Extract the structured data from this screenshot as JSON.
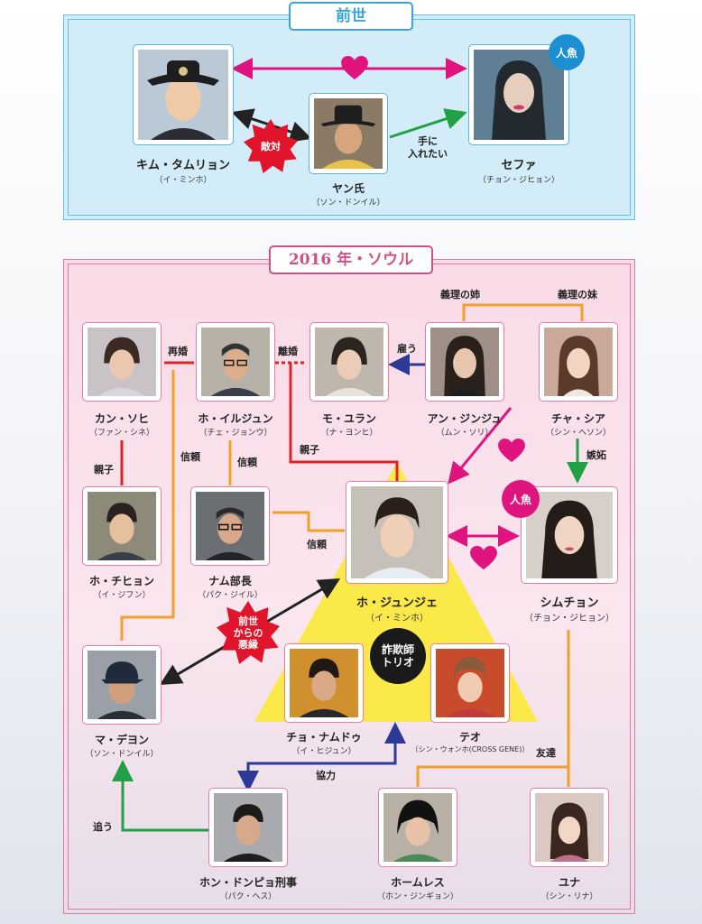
{
  "colors": {
    "love": "#e0147e",
    "rival": "#222222",
    "family": "#e02424",
    "trust": "#f2a02a",
    "employ": "#2c3a96",
    "chase": "#22a046",
    "past_panel": "#d2ecf8",
    "present_panel": "#f9dbe7",
    "triangle": "#fbe94a"
  },
  "past": {
    "title": "前世",
    "characters": [
      {
        "id": "kim",
        "name": "キム・タムリョン",
        "actor": "（イ・ミンホ）",
        "icon": "portrait-hat-icon"
      },
      {
        "id": "yang",
        "name": "ヤン氏",
        "actor": "（ソン・ドンイル）",
        "icon": "portrait-hat-icon"
      },
      {
        "id": "sehwa",
        "name": "セファ",
        "actor": "（チョン・ジヒョン）",
        "icon": "portrait-longhair-icon"
      }
    ],
    "badges": {
      "mermaid": "人魚",
      "enemy": "敵対"
    },
    "labels": {
      "want": "手に\n入れたい"
    }
  },
  "present": {
    "title": "2016 年・ソウル",
    "characters": [
      {
        "id": "kang",
        "name": "カン・ソヒ",
        "actor": "（ファン・シネ）",
        "icon": "portrait-shorthair-icon"
      },
      {
        "id": "ho_il",
        "name": "ホ・イルジュン",
        "actor": "（チェ・ジョンウ）",
        "icon": "portrait-glasses-icon"
      },
      {
        "id": "mo",
        "name": "モ・ユラン",
        "actor": "（ナ・ヨンヒ）",
        "icon": "portrait-shorthair-icon"
      },
      {
        "id": "ahn",
        "name": "アン・ジンジュ",
        "actor": "（ムン・ソリ）",
        "icon": "portrait-longhair-icon"
      },
      {
        "id": "cha",
        "name": "チャ・シア",
        "actor": "（シン・ヘソン）",
        "icon": "portrait-longhair-icon"
      },
      {
        "id": "ho_chi",
        "name": "ホ・チヒョン",
        "actor": "（イ・ジフン）",
        "icon": "portrait-shorthair-icon"
      },
      {
        "id": "nam",
        "name": "ナム部長",
        "actor": "（パク・ジイル）",
        "icon": "portrait-glasses-icon"
      },
      {
        "id": "ho_jun",
        "name": "ホ・ジュンジェ",
        "actor": "（イ・ミンホ）",
        "icon": "portrait-shorthair-icon"
      },
      {
        "id": "shim",
        "name": "シムチョン",
        "actor": "（チョン・ジヒョン）",
        "icon": "portrait-longhair-icon"
      },
      {
        "id": "ma",
        "name": "マ・デヨン",
        "actor": "（ソン・ドンイル）",
        "icon": "portrait-cap-icon"
      },
      {
        "id": "cho",
        "name": "チョ・ナムドゥ",
        "actor": "（イ・ヒジュン）",
        "icon": "portrait-shorthair-icon"
      },
      {
        "id": "teo",
        "name": "テオ",
        "actor": "（シン・ウォンホ(CROSS GENE)）",
        "icon": "portrait-shorthair-icon"
      },
      {
        "id": "hong",
        "name": "ホン・ドンピョ刑事",
        "actor": "（パク・ヘス）",
        "icon": "portrait-shorthair-icon"
      },
      {
        "id": "homeless",
        "name": "ホームレス",
        "actor": "（ホン・ジンギョン）",
        "icon": "portrait-shorthair-icon"
      },
      {
        "id": "yuna",
        "name": "ユナ",
        "actor": "（シン・リナ）",
        "icon": "portrait-longhair-icon"
      }
    ],
    "labels": {
      "remarry": "再婚",
      "divorce": "離婚",
      "employ": "雇う",
      "sister_in_law_elder": "義理の姉",
      "sister_in_law_younger": "義理の妹",
      "parent_child_1": "親子",
      "parent_child_2": "親子",
      "trust_1": "信頼",
      "trust_2": "信頼",
      "trust_3": "信頼",
      "jealous": "嫉妬",
      "friend": "友達",
      "cooperate": "協力",
      "chase": "追う"
    },
    "badges": {
      "mermaid": "人魚",
      "past_fate": "前世\nからの\n悪縁",
      "trio": "詐欺師\nトリオ"
    }
  }
}
